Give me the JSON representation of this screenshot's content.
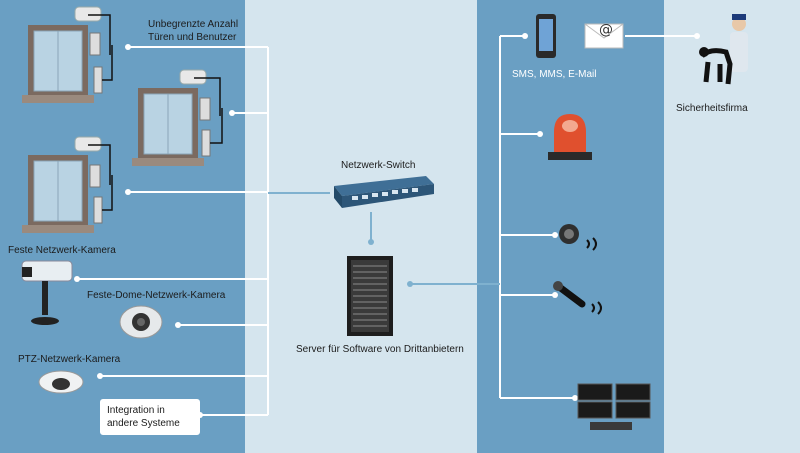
{
  "colors": {
    "panel_dark": "#6a9fc3",
    "panel_light": "#d5e5ee",
    "connector": "#ffffff",
    "connector_center": "#7fb1cf"
  },
  "labels": {
    "unlimited_doors": [
      "Unbegrenzte Anzahl",
      "Türen und Benutzer"
    ],
    "fixed_camera": "Feste Netzwerk-Kamera",
    "dome_camera": "Feste-Dome-Netzwerk-Kamera",
    "ptz_camera": "PTZ-Netzwerk-Kamera",
    "integration": [
      "Integration in",
      "andere Systeme"
    ],
    "network_switch": "Netzwerk-Switch",
    "server": "Server für Software von Drittanbietern",
    "notifications": "SMS, MMS, E-Mail",
    "security_company": "Sicherheitsfirma"
  },
  "icons": [
    "door-reader-icon",
    "network-switch-icon",
    "server-rack-icon",
    "phone-icon",
    "email-icon",
    "security-guard-dog-icon",
    "siren-icon",
    "speaker-icon",
    "microphone-icon",
    "monitor-wall-icon",
    "fixed-camera-icon",
    "dome-camera-icon",
    "ptz-camera-icon"
  ]
}
